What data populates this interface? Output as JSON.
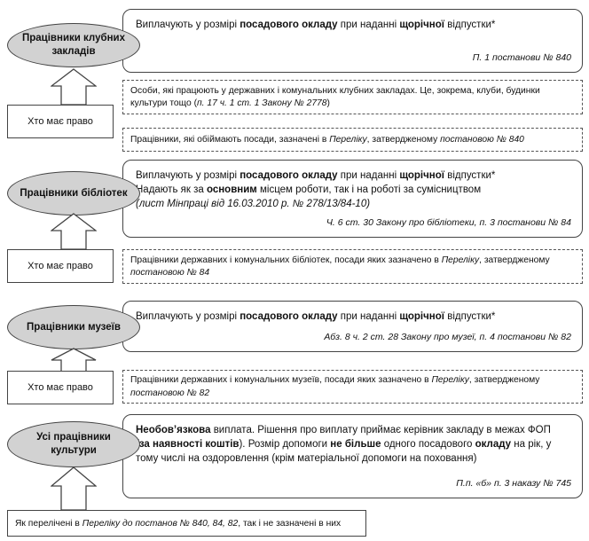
{
  "sections": [
    {
      "category": "Працівники клубних закладів",
      "payment": {
        "line1_pre": "Виплачують у розмірі ",
        "line1_bold1": "посадового окладу",
        "line1_mid": " при наданні ",
        "line1_bold2": "щорічної",
        "line1_post": " відпустки*",
        "reference": "П. 1 постанови № 840"
      },
      "who_label": "Хто має право",
      "eligibility": [
        {
          "pre": "Особи, які працюють у державних і комунальних клубних закладах. Це, зокрема, клуби, будинки культури тощо (",
          "italic": "п. 17 ч. 1 ст. 1 Закону № 2778",
          "post": ")"
        },
        {
          "pre": "Працівники, які обіймають посади, зазначені в ",
          "italic": "Переліку",
          "mid": ", затвердженому ",
          "italic2": "постановою № 840"
        }
      ]
    },
    {
      "category": "Працівники бібліотек",
      "payment": {
        "line1_pre": "Виплачують у розмірі ",
        "line1_bold1": "посадового окладу",
        "line1_mid": " при наданні ",
        "line1_bold2": "щорічної",
        "line1_post": " відпустки*",
        "line2_pre": "Надають як за ",
        "line2_bold": "основним",
        "line2_post": " місцем роботи, так і на роботі за сумісництвом",
        "line3": "(лист Мінпраці від 16.03.2010 р. № 278/13/84-10)",
        "reference": "Ч. 6 ст. 30 Закону про бібліотеки, п. 3 постанови № 84"
      },
      "who_label": "Хто має право",
      "eligibility": [
        {
          "pre": "Працівники державних і комунальних бібліотек, посади яких зазначено в ",
          "italic": "Переліку",
          "mid": ", затвердженому ",
          "italic2": "постановою № 84"
        }
      ]
    },
    {
      "category": "Працівники музеїв",
      "payment": {
        "line1_pre": "Виплачують у розмірі ",
        "line1_bold1": "посадового окладу",
        "line1_mid": " при наданні ",
        "line1_bold2": "щорічної",
        "line1_post": " відпустки*",
        "reference": "Абз. 8 ч. 2 ст. 28 Закону про музеї, п. 4 постанови № 82"
      },
      "who_label": "Хто має право",
      "eligibility": [
        {
          "pre": "Працівники державних і комунальних музеїв, посади яких зазначено в ",
          "italic": "Переліку",
          "mid": ", затвердженому ",
          "italic2": "постановою № 82"
        }
      ]
    },
    {
      "category": "Усі працівники культури",
      "payment": {
        "bold1": "Необов’язкова",
        "text1": " виплата. Рішення про виплату приймає керівник закладу в межах ФОП (",
        "bold2": "за наявності коштів",
        "text2": "). Розмір допомоги ",
        "bold3": "не більше",
        "text3": " одного посадового ",
        "bold4": "окладу",
        "text4": " на рік, у тому числі на оздоровлення (крім матеріальної допомоги на поховання)",
        "reference": "П.п. «б» п. 3 наказу № 745"
      },
      "eligibility_bottom": {
        "pre": "Як перелічені в ",
        "italic": "Переліку до постанов № 840, 84, 82",
        "post": ", так і не зазначені в них"
      }
    }
  ]
}
